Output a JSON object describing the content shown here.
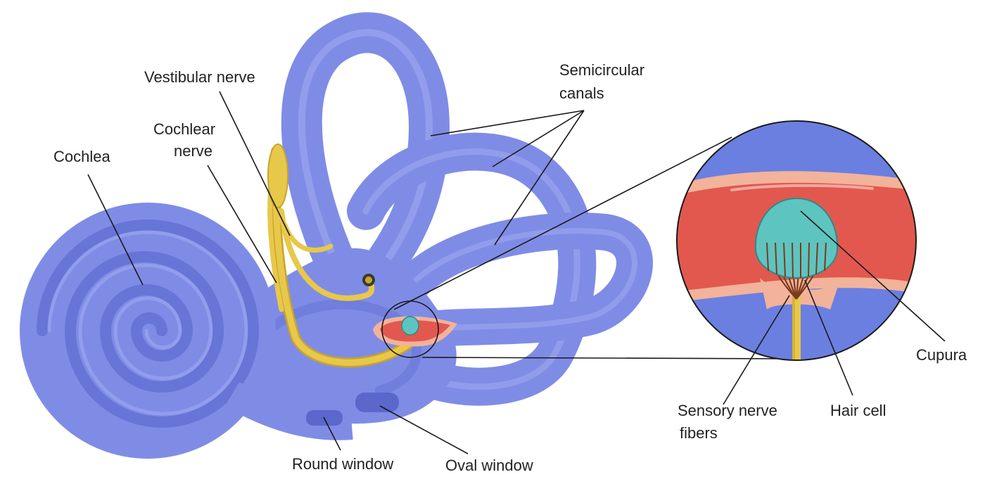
{
  "labels": {
    "vestibular_nerve": "Vestibular nerve",
    "cochlear_nerve_line1": "Cochlear",
    "cochlear_nerve_line2": "nerve",
    "cochlea": "Cochlea",
    "semicircular_line1": "Semicircular",
    "semicircular_line2": "canals",
    "cupura": "Cupura",
    "sensory_line1": "Sensory nerve",
    "sensory_line2": "fibers",
    "hair_cell": "Hair cell",
    "round_window": "Round window",
    "oval_window": "Oval window"
  },
  "colors": {
    "labyrinth": "#7f8ce6",
    "labyrinth_dark": "#6675d6",
    "labyrinth_light": "#a3adf0",
    "nerve": "#e8c84a",
    "nerve_dark": "#c9a52a",
    "ampulla_red": "#e2584f",
    "ampulla_pink": "#f2b39a",
    "cupula_teal": "#5ec4c0",
    "fiber_brown": "#7a3b1e"
  }
}
